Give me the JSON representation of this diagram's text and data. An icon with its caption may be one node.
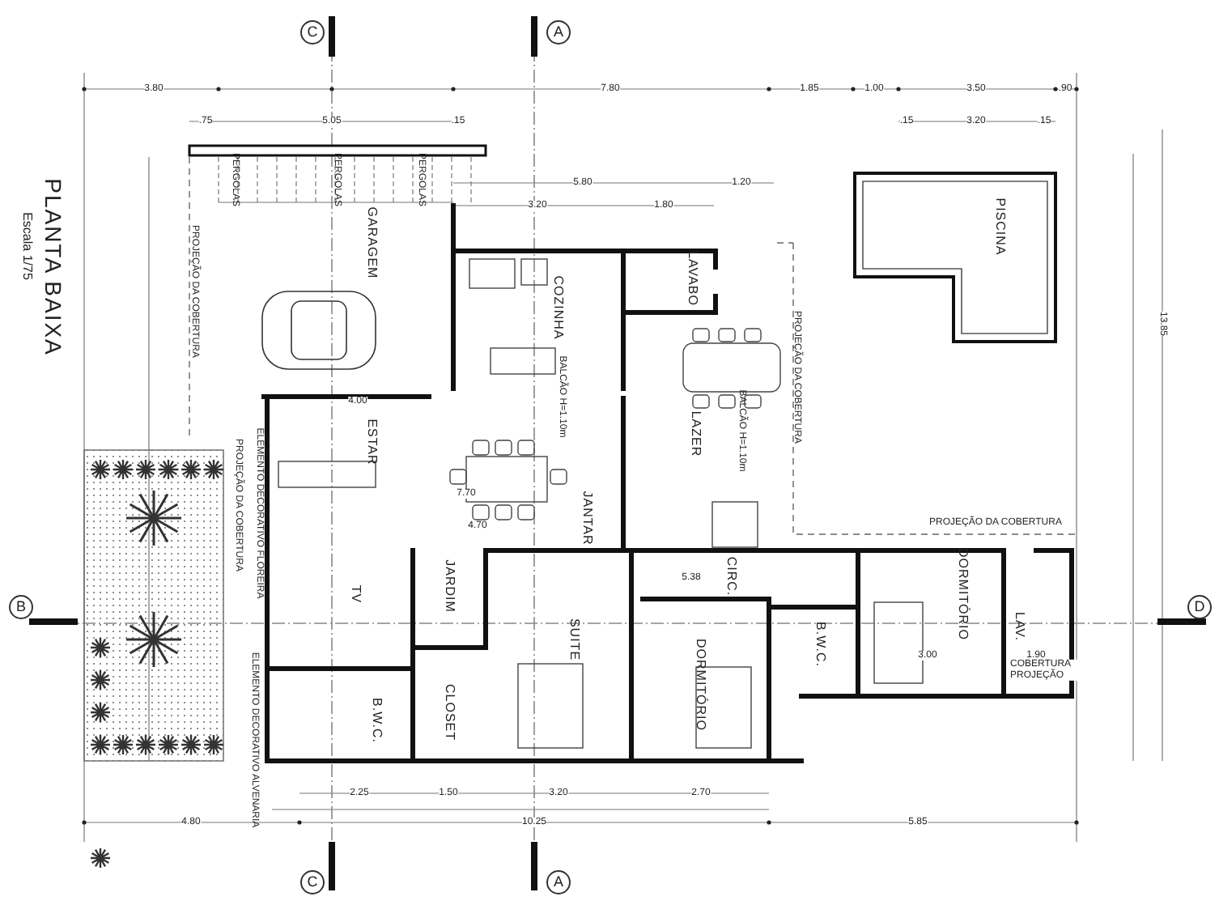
{
  "diagram": {
    "title": "PLANTA BAIXA",
    "caption": "Escala 1/75",
    "nodes": [
      {
        "text": [
          "GARAGEM"
        ]
      },
      {
        "text": [
          "COZINHA"
        ]
      },
      {
        "text": [
          "LAVABO"
        ]
      },
      {
        "text": [
          "LAZER"
        ]
      },
      {
        "text": [
          "ESTAR"
        ]
      },
      {
        "text": [
          "JANTAR"
        ]
      },
      {
        "text": [
          "TV"
        ]
      },
      {
        "text": [
          "JARDIM"
        ]
      },
      {
        "text": [
          "CLOSET"
        ]
      },
      {
        "text": [
          "B.W.C."
        ]
      },
      {
        "text": [
          "SUITE"
        ]
      },
      {
        "text": [
          "CIRC."
        ]
      },
      {
        "text": [
          "DORMITÓRIO"
        ]
      },
      {
        "text": [
          "B.W.C."
        ]
      },
      {
        "text": [
          "DORMITÓRIO"
        ]
      },
      {
        "text": [
          "LAV."
        ]
      },
      {
        "text": [
          "PISCINA"
        ]
      }
    ],
    "labels": [
      "C",
      "A",
      "3.80",
      "7.80",
      "1.85",
      "1.00",
      "3.50",
      ".90",
      ".75",
      "5.05",
      ".15",
      ".15",
      "3.20",
      ".15",
      "5.80",
      "1.20",
      "3.20",
      "1.80",
      "PERGOLAS",
      "PERGOLAS",
      "PERGOLAS",
      "PROJEÇÃO DA COBERTURA",
      "BALCÃO H=1.10m",
      "BALCÃO H=1.10m",
      "PROJEÇÃO DA COBERTURA",
      "4.00",
      "7.70",
      "4.70",
      "PROJEÇÃO DA COBERTURA",
      "ELEMENTO DECORATIVO FLOREIRA",
      "B",
      "D",
      "5.38",
      "3.00",
      "1.90",
      "COBERTURA PROJEÇÃO",
      "ELEMENTO DECORATIVO ALVENARIA",
      "2.25",
      "1.50",
      "3.20",
      "2.70",
      "4.80",
      "10.25",
      "5.85",
      "13.85",
      "C",
      "A",
      "PROJEÇÃO DA COBERTURA"
    ]
  }
}
